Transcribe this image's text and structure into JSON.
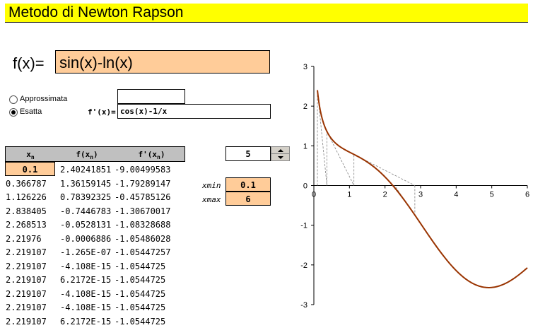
{
  "title": "Metodo di Newton Rapson",
  "function": {
    "label": "f(x)=",
    "expression": "sin(x)-ln(x)"
  },
  "mode": {
    "options": [
      {
        "label": "Approssimata",
        "selected": false
      },
      {
        "label": "Esatta",
        "selected": true
      }
    ],
    "approx_value": ""
  },
  "derivative": {
    "label": "f'(x)=",
    "expression": "cos(x)-1/x"
  },
  "table": {
    "headers": [
      "x",
      "f(x",
      "f'(x"
    ],
    "header_sub": "n",
    "x0": "0.1",
    "rows": [
      {
        "x": "",
        "fx": "2.40241851",
        "dfx": "-9.00499583"
      },
      {
        "x": "0.366787",
        "fx": "1.36159145",
        "dfx": "-1.79289147"
      },
      {
        "x": "1.126226",
        "fx": "0.78392325",
        "dfx": "-0.45785126"
      },
      {
        "x": "2.838405",
        "fx": "-0.7446783",
        "dfx": "-1.30670017"
      },
      {
        "x": "2.268513",
        "fx": "-0.0528131",
        "dfx": "-1.08328688"
      },
      {
        "x": "2.21976",
        "fx": "-0.0006886",
        "dfx": "-1.05486028"
      },
      {
        "x": "2.219107",
        "fx": "-1.265E-07",
        "dfx": "-1.05447257"
      },
      {
        "x": "2.219107",
        "fx": "-4.108E-15",
        "dfx": "-1.0544725"
      },
      {
        "x": "2.219107",
        "fx": "6.2172E-15",
        "dfx": "-1.0544725"
      },
      {
        "x": "2.219107",
        "fx": "-4.108E-15",
        "dfx": "-1.0544725"
      },
      {
        "x": "2.219107",
        "fx": "-4.108E-15",
        "dfx": "-1.0544725"
      },
      {
        "x": "2.219107",
        "fx": "6.2172E-15",
        "dfx": "-1.0544725"
      }
    ]
  },
  "iterations": {
    "value": "5"
  },
  "range": {
    "xmin_label": "xmin",
    "xmin": "0.1",
    "xmax_label": "xmax",
    "xmax": "6"
  },
  "icons": {
    "spinner_up": "triangle-up-icon",
    "spinner_down": "triangle-down-icon"
  },
  "colors": {
    "title_bg": "#ffff00",
    "input_bg": "#ffcc99",
    "header_bg": "#c0c0c0",
    "curve": "#993300",
    "tangent": "#808080"
  },
  "chart_data": {
    "type": "line",
    "function": "sin(x)-ln(x)",
    "xlim": [
      0,
      6
    ],
    "ylim": [
      -3,
      3
    ],
    "x_ticks": [
      "0",
      "1",
      "2",
      "3",
      "4",
      "5",
      "6"
    ],
    "y_ticks": [
      "3",
      "2",
      "1",
      "0",
      "-1",
      "-2",
      "-3"
    ],
    "newton_iterates": [
      0.1,
      0.366787,
      1.126226,
      2.838405,
      2.268513,
      2.21976,
      2.219107
    ],
    "grid": false,
    "title": "",
    "xlabel": "",
    "ylabel": ""
  }
}
